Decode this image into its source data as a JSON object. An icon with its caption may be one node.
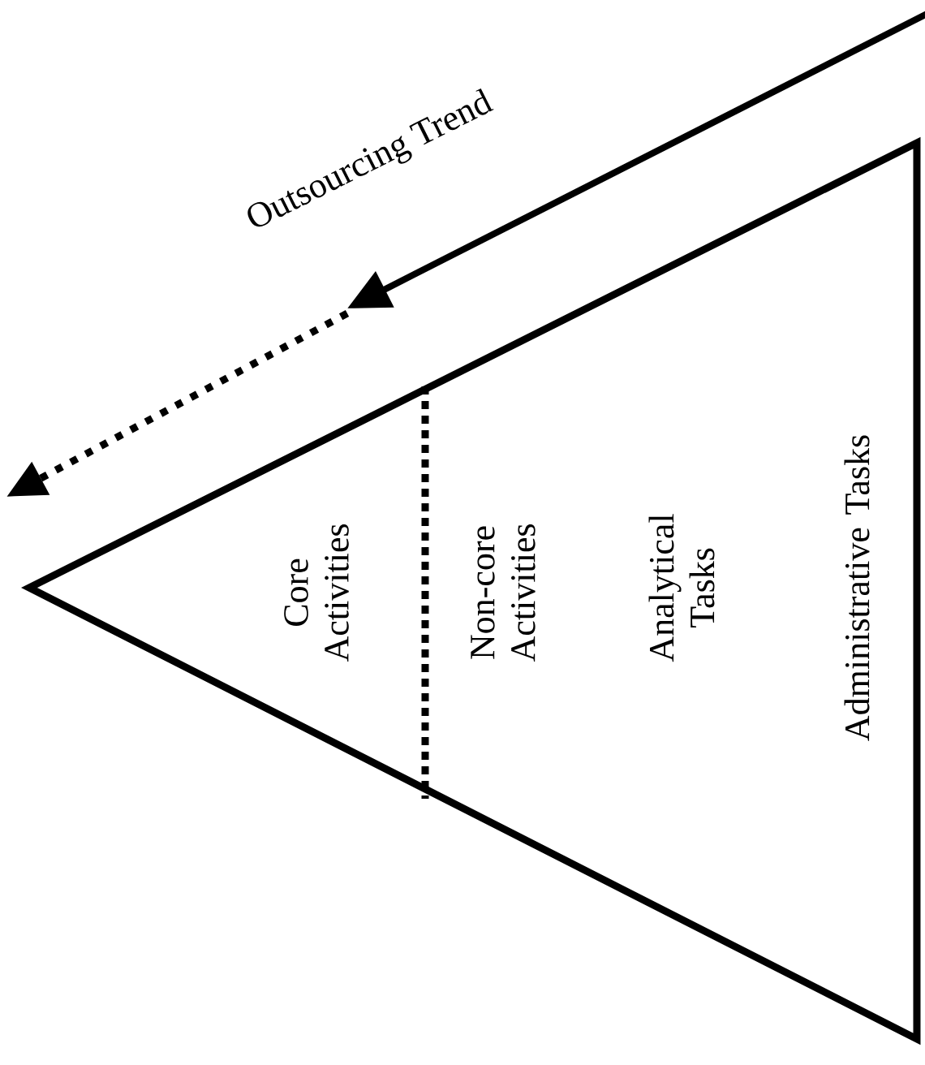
{
  "diagram": {
    "nodes": [
      {
        "text": [
          "Core Activities",
          "Non-core Activities",
          "Analytical Tasks",
          "Administrative Tasks"
        ]
      }
    ],
    "labels": [
      "Outsourcing Trend"
    ]
  }
}
